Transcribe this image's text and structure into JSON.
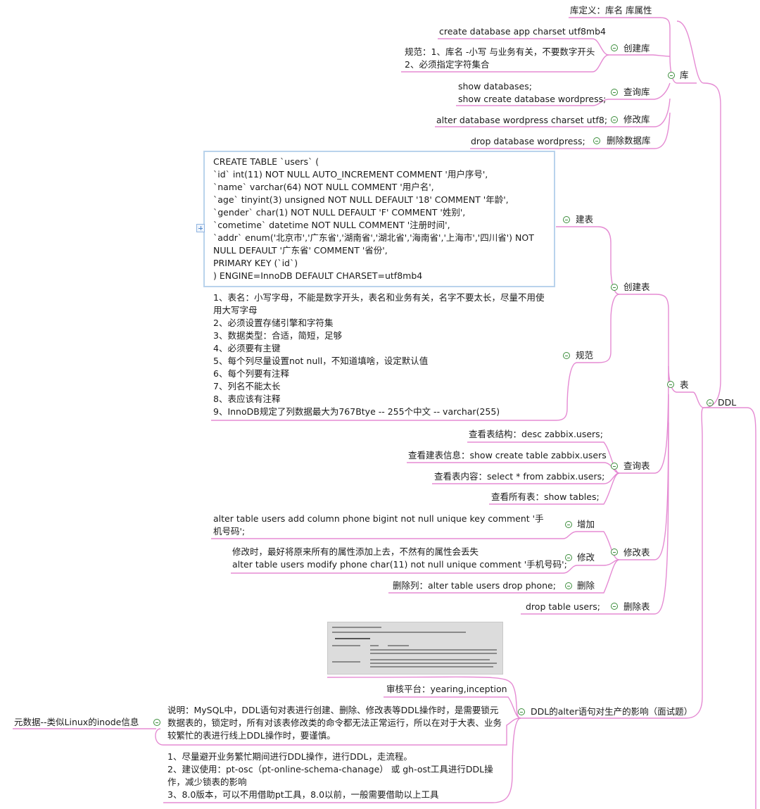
{
  "root": {
    "label": "DDL"
  },
  "ku": {
    "label": "库",
    "definition": "库定义：库名 库属性",
    "create": {
      "label": "创建库",
      "example": "create database app charset utf8mb4",
      "rules": [
        "规范：1、库名 -小写 与业务有关，不要数字开头",
        "2、必须指定字符集合"
      ]
    },
    "query": {
      "label": "查询库",
      "lines": [
        "show databases;",
        "show create database wordpress;"
      ]
    },
    "alter": {
      "label": "修改库",
      "example": "alter database wordpress charset utf8;"
    },
    "drop": {
      "label": "删除数据库",
      "example": "drop database wordpress;"
    }
  },
  "biao": {
    "label": "表",
    "create": {
      "label": "创建表",
      "build": {
        "label": "建表",
        "sql": [
          "CREATE TABLE `users` (",
          "  `id` int(11) NOT NULL AUTO_INCREMENT COMMENT '用户序号',",
          "  `name` varchar(64) NOT NULL COMMENT '用户名',",
          "  `age` tinyint(3) unsigned NOT NULL DEFAULT '18' COMMENT '年龄',",
          "  `gender` char(1) NOT NULL DEFAULT 'F' COMMENT '姓别',",
          "  `cometime` datetime NOT NULL COMMENT '注册时间',",
          "  `addr` enum('北京市','广东省','湖南省','湖北省','海南省','上海市','四川省') NOT NULL DEFAULT '广东省' COMMENT '省份',",
          "  PRIMARY KEY (`id`)",
          ") ENGINE=InnoDB DEFAULT CHARSET=utf8mb4"
        ]
      },
      "rules": {
        "label": "规范",
        "items": [
          "1、表名：小写字母，不能是数字开头，表名和业务有关，名字不要太长，尽量不用使用大写字母",
          "2、必须设置存储引擎和字符集",
          "3、数据类型：合适，简短，足够",
          "4、必须要有主键",
          "5、每个列尽量设置not null，不知道填啥，设定默认值",
          "6、每个列要有注释",
          "7、列名不能太长",
          "8、表应该有注释",
          "9、InnoDB规定了列数据最大为767Btye -- 255个中文 -- varchar(255)"
        ]
      }
    },
    "query": {
      "label": "查询表",
      "items": [
        "查看表结构：desc zabbix.users;",
        "查看建表信息：show create table zabbix.users",
        "查看表内容：select * from zabbix.users;",
        "查看所有表：show tables;"
      ]
    },
    "alter": {
      "label": "修改表",
      "add": {
        "label": "增加",
        "text": "alter table users add column phone bigint not null unique key comment '手机号码';"
      },
      "modify": {
        "label": "修改",
        "lines": [
          "修改时，最好将原来所有的属性添加上去，不然有的属性会丢失",
          "alter table users modify phone char(11) not null unique comment '手机号码';"
        ]
      },
      "delete": {
        "label": "删除",
        "text": "删除列：alter table users drop phone;"
      }
    },
    "drop": {
      "label": "删除表",
      "example": "drop table users;"
    }
  },
  "impact": {
    "label": "DDL的alter语句对生产的影响（面试题）",
    "audit": "审核平台：yearing,inception",
    "explain": "说明：MySQL中，DDL语句对表进行创建、删除、修改表等DDL操作时，是需要锁元数据表的，锁定时，所有对该表修改类的命令都无法正常运行，所以在对于大表、业务较繁忙的表进行线上DDL操作时，要谨慎。",
    "metadata_note": "元数据--类似Linux的inode信息",
    "advice": [
      "1、尽量避开业务繁忙期间进行DDL操作，进行DDL，走流程。",
      "2、建议使用：pt-osc（pt-online-schema-chanage） 或 gh-ost工具进行DDL操作，减少锁表的影响",
      "3、8.0版本，可以不用借助pt工具，8.0以前，一般需要借助以上工具"
    ]
  },
  "style": {
    "connector_color": "#e58bd3",
    "toggle_color": "#3c8d3c",
    "codebox_border": "#b9d3ec"
  }
}
